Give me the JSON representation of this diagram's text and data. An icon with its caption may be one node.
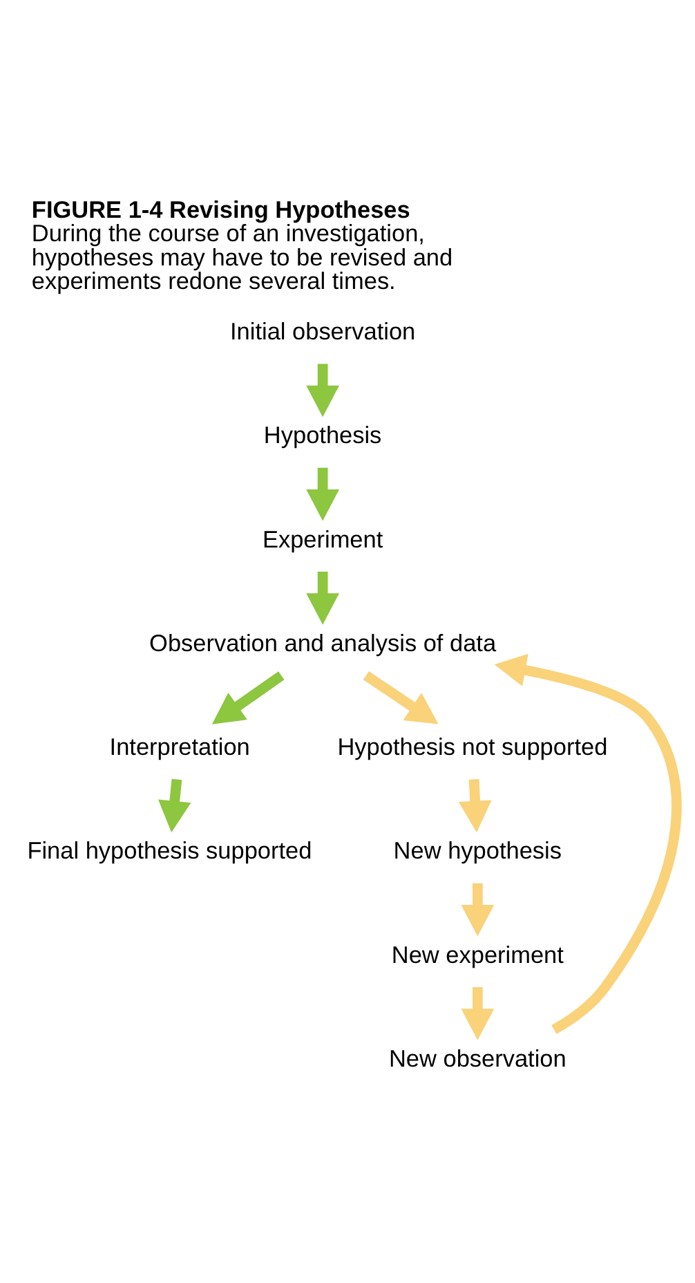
{
  "diagram": {
    "title": "FIGURE 1-4 Revising Hypotheses",
    "caption": "During the course of an investigation, hypotheses may have to be revised and experiments redone several times.",
    "nodes": [
      {
        "text": [
          "Initial observation"
        ]
      },
      {
        "text": [
          "Hypothesis"
        ]
      },
      {
        "text": [
          "Experiment"
        ]
      },
      {
        "text": [
          "Observation and analysis of data"
        ]
      },
      {
        "text": [
          "Interpretation"
        ]
      },
      {
        "text": [
          "Final hypothesis supported"
        ]
      },
      {
        "text": [
          "Hypothesis not supported"
        ]
      },
      {
        "text": [
          "New hypothesis"
        ]
      },
      {
        "text": [
          "New experiment"
        ]
      },
      {
        "text": [
          "New observation"
        ]
      }
    ],
    "edges": [
      {
        "from": 0,
        "to": 1,
        "arrow": "to",
        "color": "#8dc63f"
      },
      {
        "from": 1,
        "to": 2,
        "arrow": "to",
        "color": "#8dc63f"
      },
      {
        "from": 2,
        "to": 3,
        "arrow": "to",
        "color": "#8dc63f"
      },
      {
        "from": 3,
        "to": 4,
        "arrow": "to",
        "color": "#8dc63f"
      },
      {
        "from": 4,
        "to": 5,
        "arrow": "to",
        "color": "#8dc63f"
      },
      {
        "from": 3,
        "to": 6,
        "arrow": "to",
        "color": "#f9d27a"
      },
      {
        "from": 6,
        "to": 7,
        "arrow": "to",
        "color": "#f9d27a"
      },
      {
        "from": 7,
        "to": 8,
        "arrow": "to",
        "color": "#f9d27a"
      },
      {
        "from": 8,
        "to": 9,
        "arrow": "to",
        "color": "#f9d27a"
      },
      {
        "from": 9,
        "to": 3,
        "arrow": "to",
        "color": "#f9d27a"
      }
    ]
  }
}
